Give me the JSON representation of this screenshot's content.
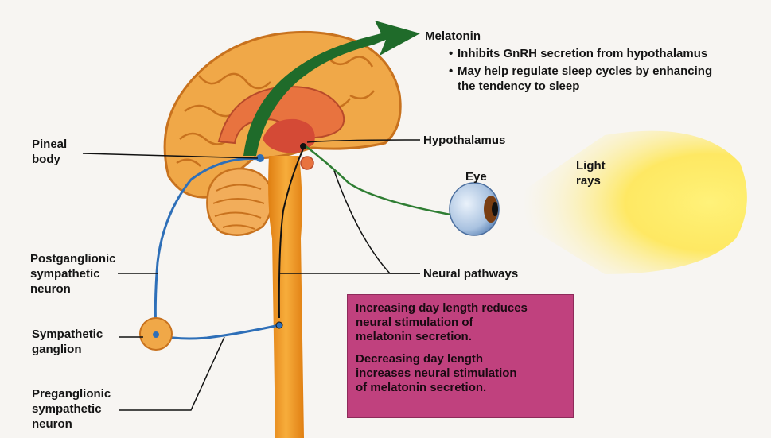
{
  "labels": {
    "pineal": [
      "Pineal",
      "body"
    ],
    "postganglionic": [
      "Postganglionic",
      "sympathetic",
      "neuron"
    ],
    "ganglion": [
      "Sympathetic",
      "ganglion"
    ],
    "preganglionic": [
      "Preganglionic",
      "sympathetic",
      "neuron"
    ],
    "hypothalamus": "Hypothalamus",
    "neural_pathways": "Neural pathways",
    "eye": "Eye",
    "light": [
      "Light",
      "rays"
    ]
  },
  "melatonin": {
    "title": "Melatonin",
    "bullet_1": "Inhibits GnRH secretion from hypothalamus",
    "bullet_2": [
      "May help regulate sleep cycles by enhancing",
      "the tendency to sleep"
    ]
  },
  "info_box": {
    "paragraph_1": [
      "Increasing day length reduces",
      "neural stimulation of",
      "melatonin secretion."
    ],
    "paragraph_2": [
      "Decreasing day length",
      "increases neural stimulation",
      "of melatonin secretion."
    ]
  },
  "colors": {
    "brain": "#f0a848",
    "brain_outline": "#c8721e",
    "inner_brain": "#d44a36",
    "spinal_cord": "#f29a2a",
    "arrow": "#1f6b2a",
    "blue_neuron": "#2e6fb8",
    "green_nerve": "#2e7d32",
    "light_rays": "#ffe45c",
    "info_box": "#c0417e"
  }
}
